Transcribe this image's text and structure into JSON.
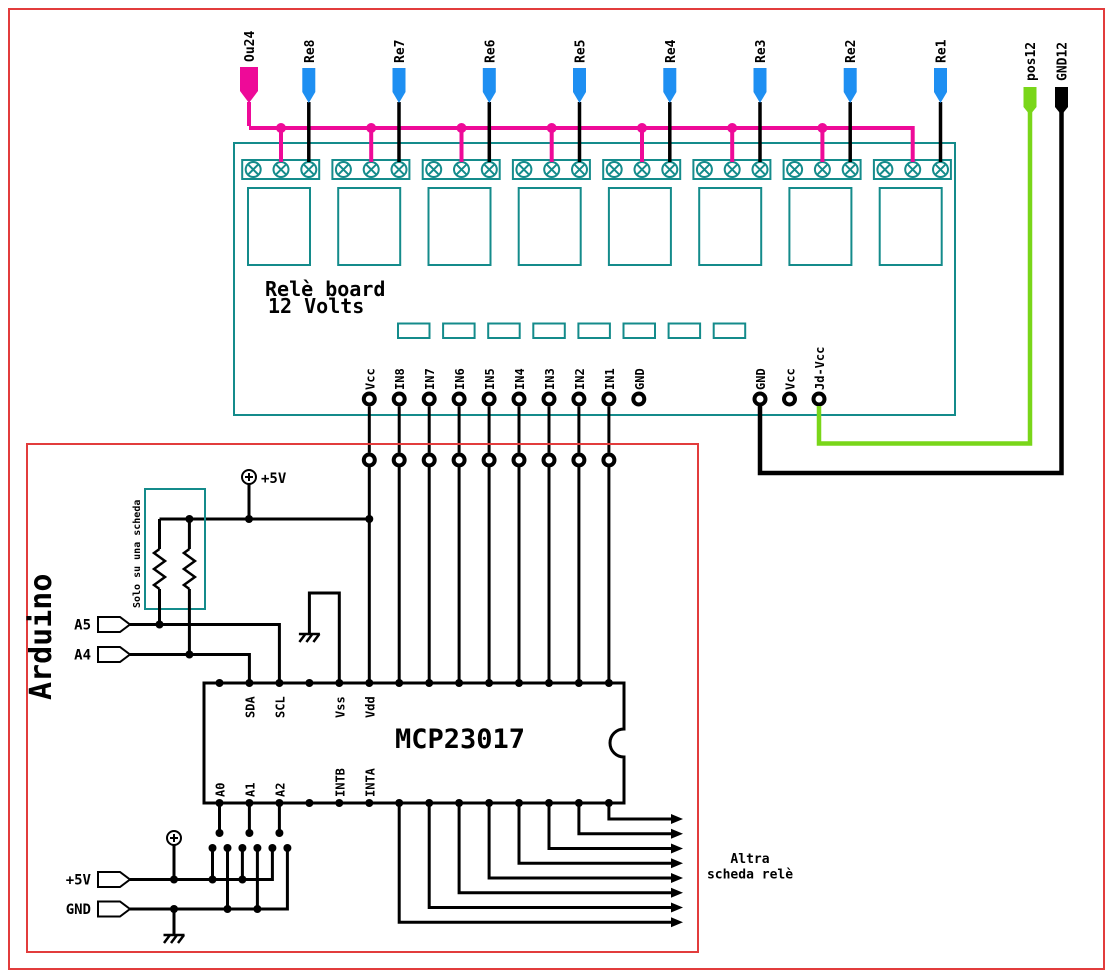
{
  "colors": {
    "magenta": "#ee0a98",
    "blue": "#1e8ff2",
    "green": "#79d619",
    "teal": "#148b8b",
    "red": "#e23c3c",
    "wire": "#000000"
  },
  "flags": [
    {
      "label": "Ou24",
      "color": "#ee0a98"
    },
    {
      "label": "Re8",
      "color": "#1e8ff2"
    },
    {
      "label": "Re7",
      "color": "#1e8ff2"
    },
    {
      "label": "Re6",
      "color": "#1e8ff2"
    },
    {
      "label": "Re5",
      "color": "#1e8ff2"
    },
    {
      "label": "Re4",
      "color": "#1e8ff2"
    },
    {
      "label": "Re3",
      "color": "#1e8ff2"
    },
    {
      "label": "Re2",
      "color": "#1e8ff2"
    },
    {
      "label": "Re1",
      "color": "#1e8ff2"
    },
    {
      "label": "pos12",
      "color": "#79d619"
    },
    {
      "label": "GND12",
      "color": "#000000"
    }
  ],
  "relay_board": {
    "title_line1": "Relè board",
    "title_line2": "12  Volts",
    "control_pins": [
      "Vcc",
      "IN8",
      "IN7",
      "IN6",
      "IN5",
      "IN4",
      "IN3",
      "IN2",
      "IN1",
      "GND"
    ],
    "power_pins": [
      "GND",
      "Vcc",
      "Jd-Vcc"
    ]
  },
  "mcp": {
    "name": "MCP23017",
    "top_pins": [
      "SDA",
      "SCL",
      "Vss",
      "Vdd"
    ],
    "bottom_pins": [
      "A0",
      "A1",
      "A2",
      "INTB",
      "INTA"
    ]
  },
  "arduino": {
    "label": "Arduino",
    "note": "Solo su una scheda",
    "analog_pins": [
      "A5",
      "A4"
    ],
    "power_pins": [
      "+5V",
      "GND"
    ],
    "supply_label": "+5V"
  },
  "other_board": {
    "line1": "Altra",
    "line2": "scheda relè"
  }
}
